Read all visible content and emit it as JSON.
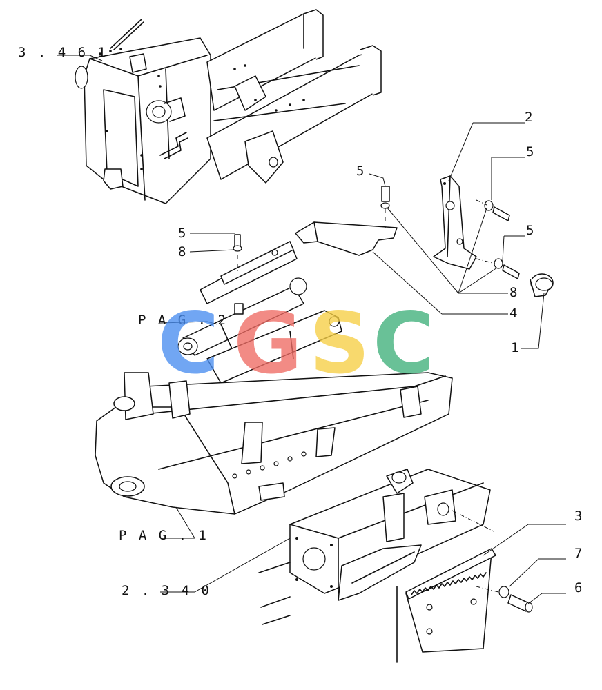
{
  "references": {
    "ref_3461": "3 . 4 6 1",
    "ref_pag2": "P A G . 2",
    "ref_pag1": "P A G . 1",
    "ref_2340": "2 . 3 4 0"
  },
  "callouts": {
    "c1": "1",
    "c2": "2",
    "c3": "3",
    "c4": "4",
    "c5a": "5",
    "c5b": "5",
    "c5c": "5",
    "c5d": "5",
    "c6": "6",
    "c7": "7",
    "c8a": "8",
    "c8b": "8"
  },
  "watermark": {
    "letters": [
      "C",
      "G",
      "S",
      "C"
    ],
    "colors": [
      "#4a8ef0",
      "#ef6b63",
      "#f7cf45",
      "#3fb07a"
    ]
  }
}
